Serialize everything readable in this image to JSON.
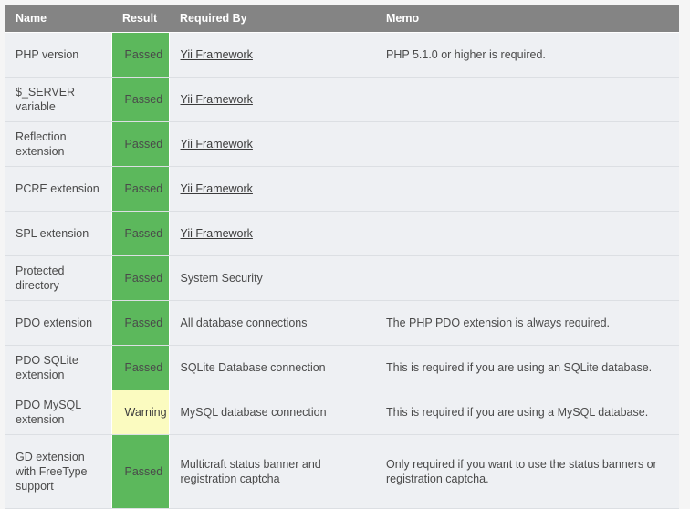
{
  "page": {
    "background_color": "#f5f5f5",
    "header_background": "#848484",
    "row_background": "#eef0f3",
    "passed_color": "#5cb85c",
    "warning_color": "#fbfbc0"
  },
  "table": {
    "columns": [
      {
        "key": "name",
        "label": "Name"
      },
      {
        "key": "result",
        "label": "Result"
      },
      {
        "key": "required_by",
        "label": "Required By"
      },
      {
        "key": "memo",
        "label": "Memo"
      }
    ],
    "rows": [
      {
        "name": "PHP version",
        "result": "Passed",
        "status": "passed",
        "required_by": "Yii Framework",
        "required_by_is_link": true,
        "memo": "PHP 5.1.0 or higher is required."
      },
      {
        "name": "$_SERVER variable",
        "result": "Passed",
        "status": "passed",
        "required_by": "Yii Framework",
        "required_by_is_link": true,
        "memo": ""
      },
      {
        "name": "Reflection extension",
        "result": "Passed",
        "status": "passed",
        "required_by": "Yii Framework",
        "required_by_is_link": true,
        "memo": ""
      },
      {
        "name": "PCRE extension",
        "result": "Passed",
        "status": "passed",
        "required_by": "Yii Framework",
        "required_by_is_link": true,
        "memo": ""
      },
      {
        "name": "SPL extension",
        "result": "Passed",
        "status": "passed",
        "required_by": "Yii Framework",
        "required_by_is_link": true,
        "memo": ""
      },
      {
        "name": "Protected directory",
        "result": "Passed",
        "status": "passed",
        "required_by": "System Security",
        "required_by_is_link": false,
        "memo": ""
      },
      {
        "name": "PDO extension",
        "result": "Passed",
        "status": "passed",
        "required_by": "All database connections",
        "required_by_is_link": false,
        "memo": "The PHP PDO extension is always required."
      },
      {
        "name": "PDO SQLite extension",
        "result": "Passed",
        "status": "passed",
        "required_by": "SQLite Database connection",
        "required_by_is_link": false,
        "memo": "This is required if you are using an SQLite database."
      },
      {
        "name": "PDO MySQL extension",
        "result": "Warning",
        "status": "warning",
        "required_by": "MySQL database connection",
        "required_by_is_link": false,
        "memo": "This is required if you are using a MySQL database."
      },
      {
        "name": "GD extension with FreeType support",
        "result": "Passed",
        "status": "passed",
        "required_by": "Multicraft status banner and registration captcha",
        "required_by_is_link": false,
        "memo": "Only required if you want to use the status banners or registration captcha."
      }
    ]
  }
}
